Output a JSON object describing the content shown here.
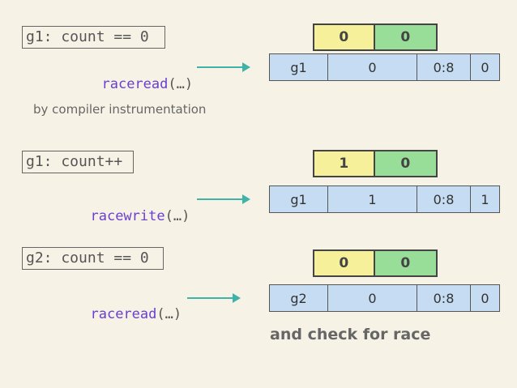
{
  "steps": [
    {
      "code": "g1: count == 0",
      "call_fn": "raceread",
      "call_args": "(…)",
      "vector_clock": [
        "0",
        "0"
      ],
      "shadow_word": [
        "g1",
        "0",
        "0:8",
        "0"
      ]
    },
    {
      "code": "g1: count++",
      "call_fn": "racewrite",
      "call_args": "(…)",
      "vector_clock": [
        "1",
        "0"
      ],
      "shadow_word": [
        "g1",
        "1",
        "0:8",
        "1"
      ]
    },
    {
      "code": "g2: count == 0",
      "call_fn": "raceread",
      "call_args": "(…)",
      "vector_clock": [
        "0",
        "0"
      ],
      "shadow_word": [
        "g2",
        "0",
        "0:8",
        "0"
      ]
    }
  ],
  "note": "by compiler instrumentation",
  "footer": "and check for race",
  "colors": {
    "background": "#f7f2e6",
    "clock_yellow": "#f6f09a",
    "clock_green": "#98de98",
    "shadow_blue": "#c5dcf3",
    "function_purple": "#6a3fd0",
    "arrow_teal": "#3fb3a7"
  }
}
